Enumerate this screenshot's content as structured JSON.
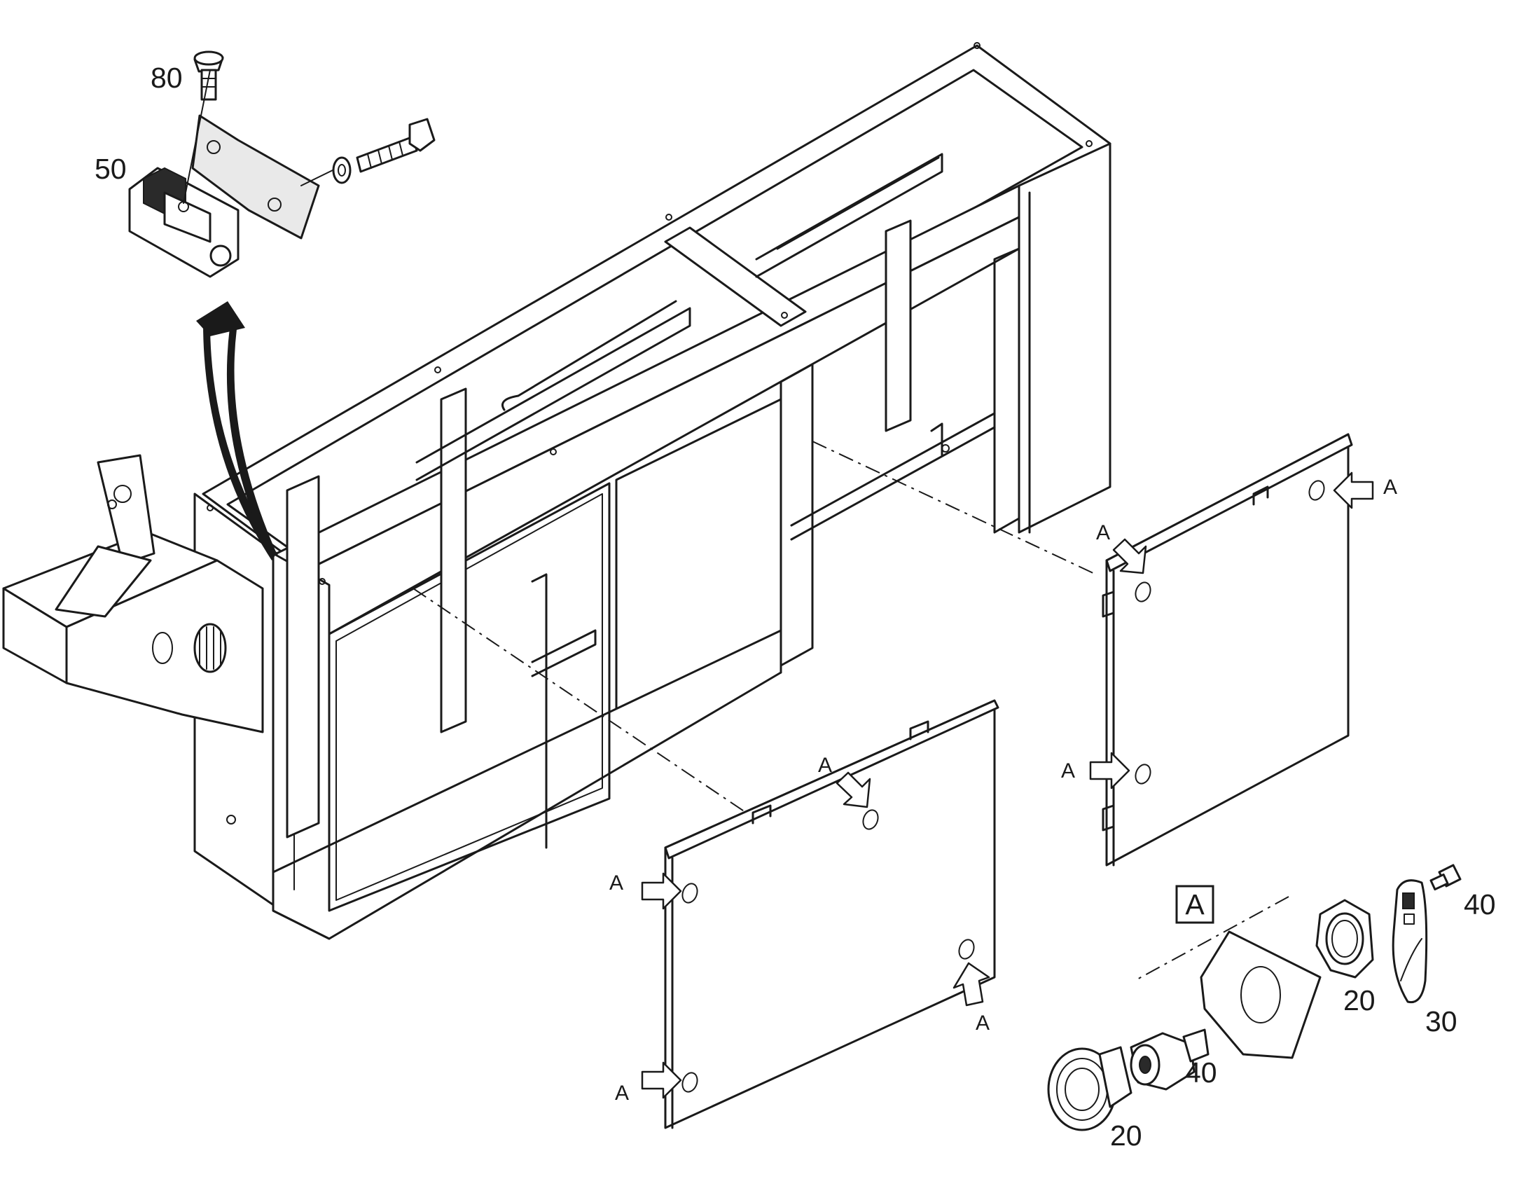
{
  "callouts": {
    "c80": "80",
    "c50": "50",
    "c40_top": "40",
    "c40_mid": "40",
    "c20_right": "20",
    "c20_bottom": "20",
    "c30": "30"
  },
  "detail_box": {
    "label": "A"
  },
  "arrow_label": "A",
  "colors": {
    "line": "#1a1a1a",
    "background": "#ffffff",
    "shade": "#e9e9e9"
  }
}
